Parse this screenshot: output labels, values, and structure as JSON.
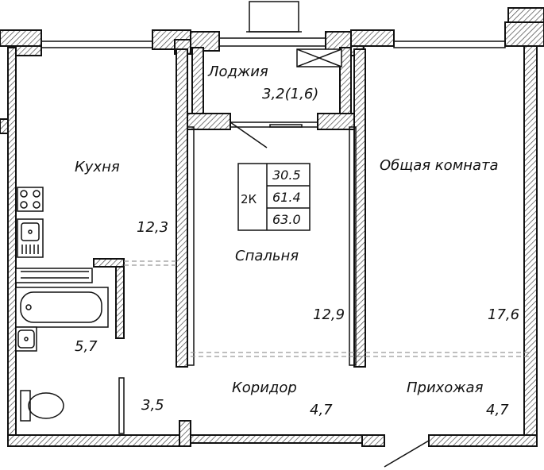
{
  "rooms": {
    "loggia": {
      "name": "Лоджия",
      "area": "3,2(1,6)"
    },
    "kitchen": {
      "name": "Кухня",
      "area": "12,3"
    },
    "bedroom": {
      "name": "Спальня",
      "area": "12,9"
    },
    "living": {
      "name": "Общая комната",
      "area": "17,6"
    },
    "bathroom": {
      "area": "5,7"
    },
    "wc": {
      "area": "3,5"
    },
    "corridor": {
      "name": "Коридор",
      "area": "4,7"
    },
    "hall": {
      "name": "Прихожая",
      "area": "4,7"
    }
  },
  "apartment": {
    "type": "2К",
    "living_area": "30.5",
    "total_area": "61.4",
    "total_with_loggia": "63.0"
  },
  "colors": {
    "line": "#111111",
    "dashed": "#999999",
    "background": "#ffffff"
  }
}
